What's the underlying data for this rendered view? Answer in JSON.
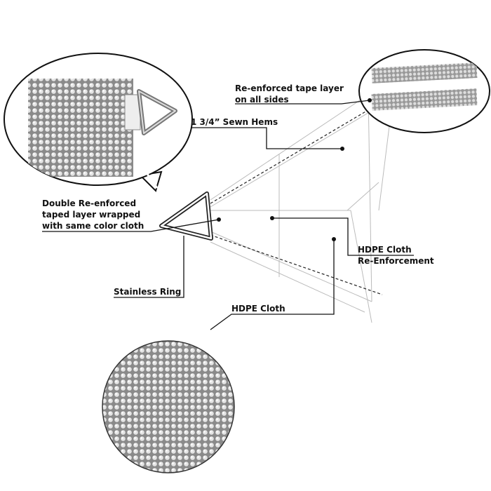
{
  "labels": {
    "tape_layer": [
      "Re-enforced tape layer",
      "on all sides"
    ],
    "sewn_hems": "1 3/4” Sewn Hems",
    "double_reinforced": [
      "Double Re-enforced",
      "taped layer wrapped",
      "with same color cloth"
    ],
    "hdpe_reinforcement": [
      "HDPE Cloth",
      "Re-Enforcement"
    ],
    "stainless_ring": "Stainless Ring",
    "hdpe_cloth": "HDPE Cloth"
  },
  "colors": {
    "line": "#111111",
    "guide": "#bbbbbb",
    "fabric": "#9a9a9a"
  }
}
